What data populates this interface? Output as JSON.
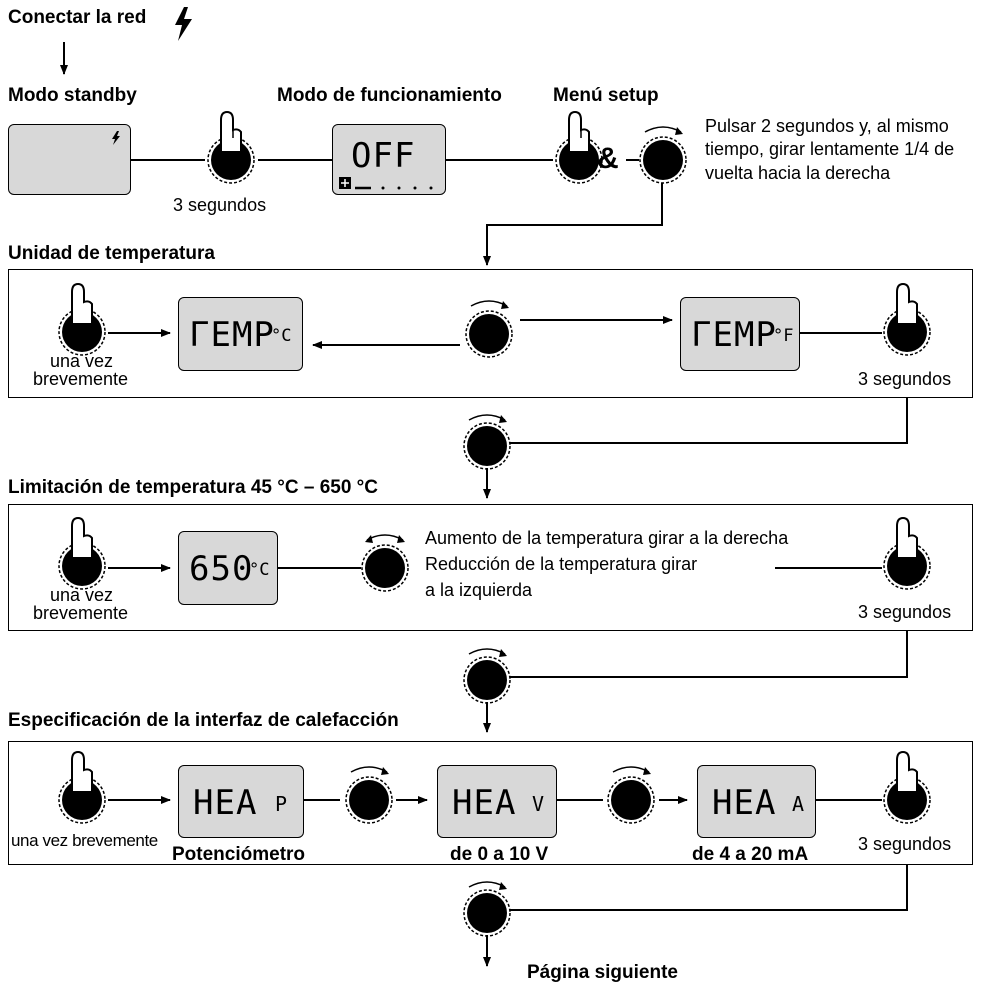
{
  "top": {
    "connect": "Conectar la red",
    "standby": "Modo standby",
    "operating": "Modo de funcionamiento",
    "setup": "Menú setup",
    "three_seconds": "3 segundos",
    "display_off": "OFF",
    "amp": "&",
    "instruction": "Pulsar 2 segundos y, al mismo tiempo, girar lentamente 1/4 de vuelta hacia la derecha"
  },
  "temp_unit": {
    "title": "Unidad de temperatura",
    "once_line1": "una vez",
    "once_line2": "brevemente",
    "display_c": "ΓEMP",
    "unit_c": "°C",
    "display_f": "ΓEMP",
    "unit_f": "°F",
    "three_seconds": "3 segundos"
  },
  "temp_limit": {
    "title": "Limitación de temperatura 45 °C – 650 °C",
    "once_line1": "una vez",
    "once_line2": "brevemente",
    "display": "650",
    "unit": "°C",
    "increase": "Aumento de la temperatura girar a la derecha",
    "decrease_line1": "Reducción de la temperatura girar",
    "decrease_line2": "a la izquierda",
    "three_seconds": "3 segundos"
  },
  "heating": {
    "title": "Especificación de la interfaz de calefacción",
    "once": "una vez brevemente",
    "display_p": "HEA",
    "suffix_p": "P",
    "label_p": "Potenciómetro",
    "display_v": "HEA",
    "suffix_v": "V",
    "label_v": "de 0 a 10 V",
    "display_a": "HEA",
    "suffix_a": "A",
    "label_a": "de 4 a 20 mA",
    "three_seconds": "3 segundos"
  },
  "footer": {
    "next_page": "Página siguiente"
  },
  "icons": [
    "lightning-icon",
    "press-hand-icon",
    "rotate-right-icon",
    "rotate-both-icon",
    "fan-icon"
  ]
}
